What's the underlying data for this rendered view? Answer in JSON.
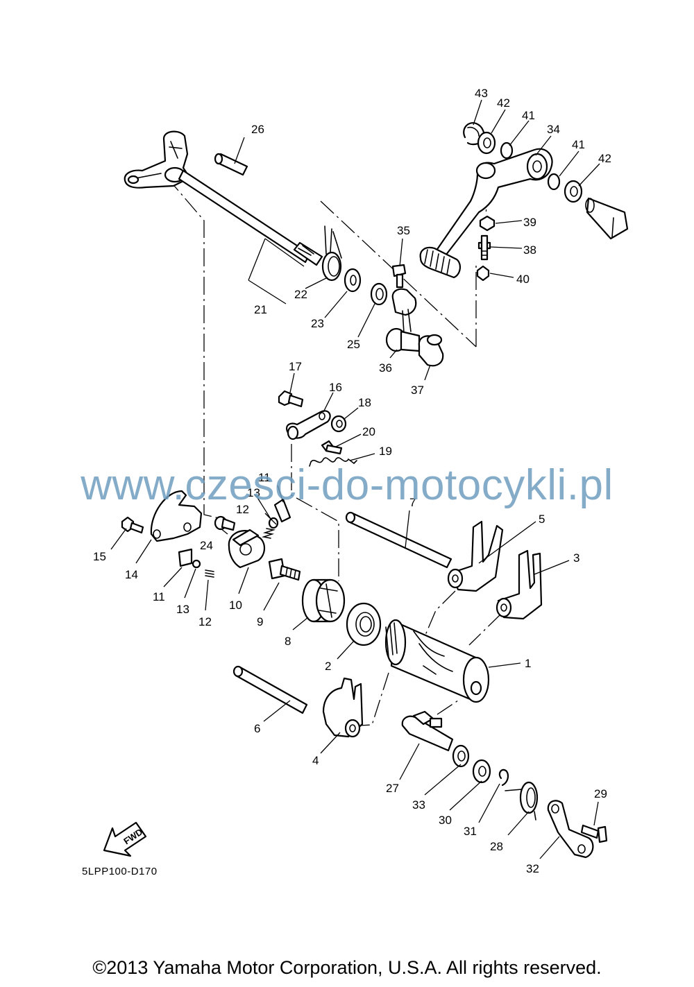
{
  "callouts": [
    {
      "label": "1"
    },
    {
      "label": "2"
    },
    {
      "label": "3"
    },
    {
      "label": "4"
    },
    {
      "label": "5"
    },
    {
      "label": "6"
    },
    {
      "label": "7"
    },
    {
      "label": "8"
    },
    {
      "label": "9"
    },
    {
      "label": "10"
    },
    {
      "label": "11"
    },
    {
      "label": "12"
    },
    {
      "label": "13"
    },
    {
      "label": "14"
    },
    {
      "label": "15"
    },
    {
      "label": "16"
    },
    {
      "label": "17"
    },
    {
      "label": "18"
    },
    {
      "label": "19"
    },
    {
      "label": "20"
    },
    {
      "label": "21"
    },
    {
      "label": "22"
    },
    {
      "label": "23"
    },
    {
      "label": "24"
    },
    {
      "label": "25"
    },
    {
      "label": "26"
    },
    {
      "label": "27"
    },
    {
      "label": "28"
    },
    {
      "label": "29"
    },
    {
      "label": "30"
    },
    {
      "label": "31"
    },
    {
      "label": "32"
    },
    {
      "label": "33"
    },
    {
      "label": "34"
    },
    {
      "label": "35"
    },
    {
      "label": "36"
    },
    {
      "label": "37"
    },
    {
      "label": "38"
    },
    {
      "label": "39"
    },
    {
      "label": "40"
    },
    {
      "label": "41"
    },
    {
      "label": "42"
    },
    {
      "label": "43"
    },
    {
      "label": "11"
    },
    {
      "label": "12"
    },
    {
      "label": "13"
    },
    {
      "label": "41"
    },
    {
      "label": "42"
    }
  ],
  "fwd_badge": "FWD",
  "diagram_code": "5LPP100-D170",
  "watermark": "www.czesci-do-motocykli.pl",
  "copyright": "©2013 Yamaha Motor Corporation, U.S.A. All rights reserved."
}
